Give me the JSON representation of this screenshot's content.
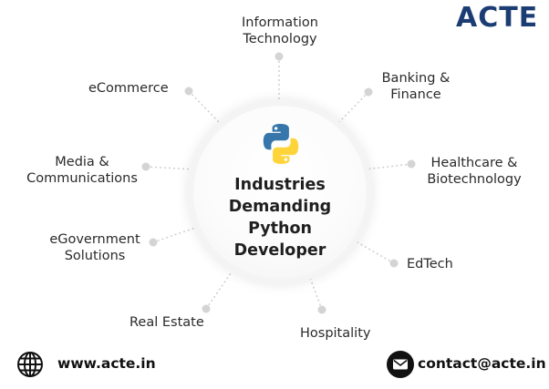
{
  "brand": {
    "logo_text": "ACTE",
    "logo_color": "#1c3d73"
  },
  "hub": {
    "title_lines": [
      "Industries",
      "Demanding",
      "Python",
      "Developer"
    ],
    "icon": "python-logo-icon",
    "python_blue": "#3776ab",
    "python_yellow": "#ffd43b"
  },
  "industries": [
    {
      "key": "information-technology",
      "lines": [
        "Information",
        "Technology"
      ]
    },
    {
      "key": "banking-finance",
      "lines": [
        "Banking &",
        "Finance"
      ]
    },
    {
      "key": "healthcare-biotechnology",
      "lines": [
        "Healthcare &",
        "Biotechnology"
      ]
    },
    {
      "key": "edtech",
      "lines": [
        "EdTech"
      ]
    },
    {
      "key": "hospitality",
      "lines": [
        "Hospitality"
      ]
    },
    {
      "key": "real-estate",
      "lines": [
        "Real Estate"
      ]
    },
    {
      "key": "egovernment-solutions",
      "lines": [
        "eGovernment",
        "Solutions"
      ]
    },
    {
      "key": "media-communications",
      "lines": [
        "Media &",
        "Communications"
      ]
    },
    {
      "key": "ecommerce",
      "lines": [
        "eCommerce"
      ]
    }
  ],
  "footer": {
    "website": "www.acte.in",
    "website_icon": "globe-icon",
    "email": "contact@acte.in",
    "email_icon": "mail-icon"
  }
}
